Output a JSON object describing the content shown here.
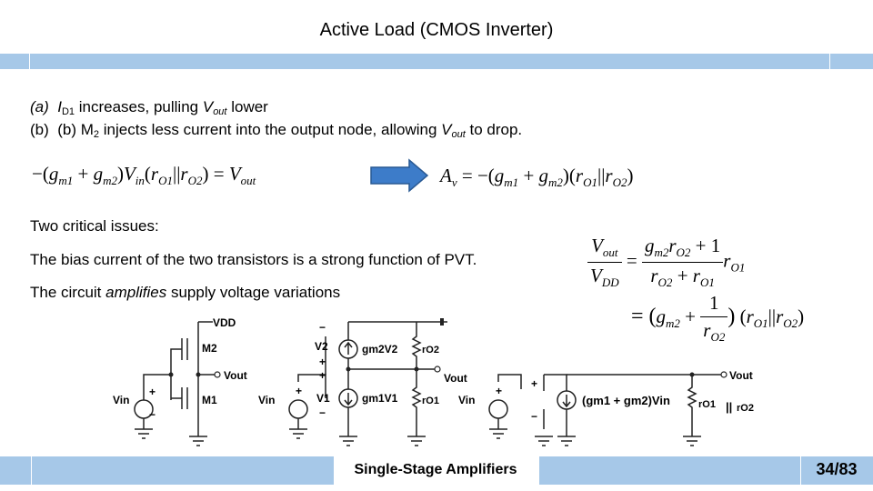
{
  "slide": {
    "title": "Active Load (CMOS Inverter)",
    "footer": "Single-Stage Amplifiers",
    "page_number": "34/83"
  },
  "points": [
    {
      "marker": "(a)",
      "parts": [
        "I",
        "D1",
        " increases, pulling ",
        "V",
        "out",
        " lower"
      ]
    },
    {
      "marker": "(b)",
      "parts": [
        "(b) M",
        "2",
        " injects less current into the output node, allowing ",
        "V",
        "out",
        " to drop."
      ]
    }
  ],
  "equations": {
    "lhs": "−(gm1 + gm2)Vin(rO1||rO2) = Vout",
    "gain": "Av = −(gm1 + gm2)(rO1||rO2)",
    "psr_line1": "Vout / VDD = (gm2 rO2 + 1)/(rO2 + rO1) rO1",
    "psr_line2": "= (gm2 + 1/rO2)(rO1||rO2)"
  },
  "issues": {
    "heading": "Two critical issues:",
    "item1": "The bias current of the two transistors is a strong function of PVT.",
    "item2_pre": "The circuit ",
    "item2_em": "amplifies",
    "item2_post": " supply voltage variations"
  },
  "circuit_labels": {
    "vdd": "VDD",
    "m2": "M2",
    "m1": "M1",
    "vout": "Vout",
    "vin": "Vin",
    "v2": "V2",
    "v1": "V1",
    "gm2v2": "gm2V2",
    "gm1v1": "gm1V1",
    "ro2": "rO2",
    "ro1": "rO1",
    "plus": "+",
    "minus": "−",
    "combined_source": "(gm1 + gm2)Vin"
  },
  "colors": {
    "accent": "#a6c8e8",
    "arrow": "#3d7cc9",
    "arrow_stroke": "#2a5a94"
  }
}
